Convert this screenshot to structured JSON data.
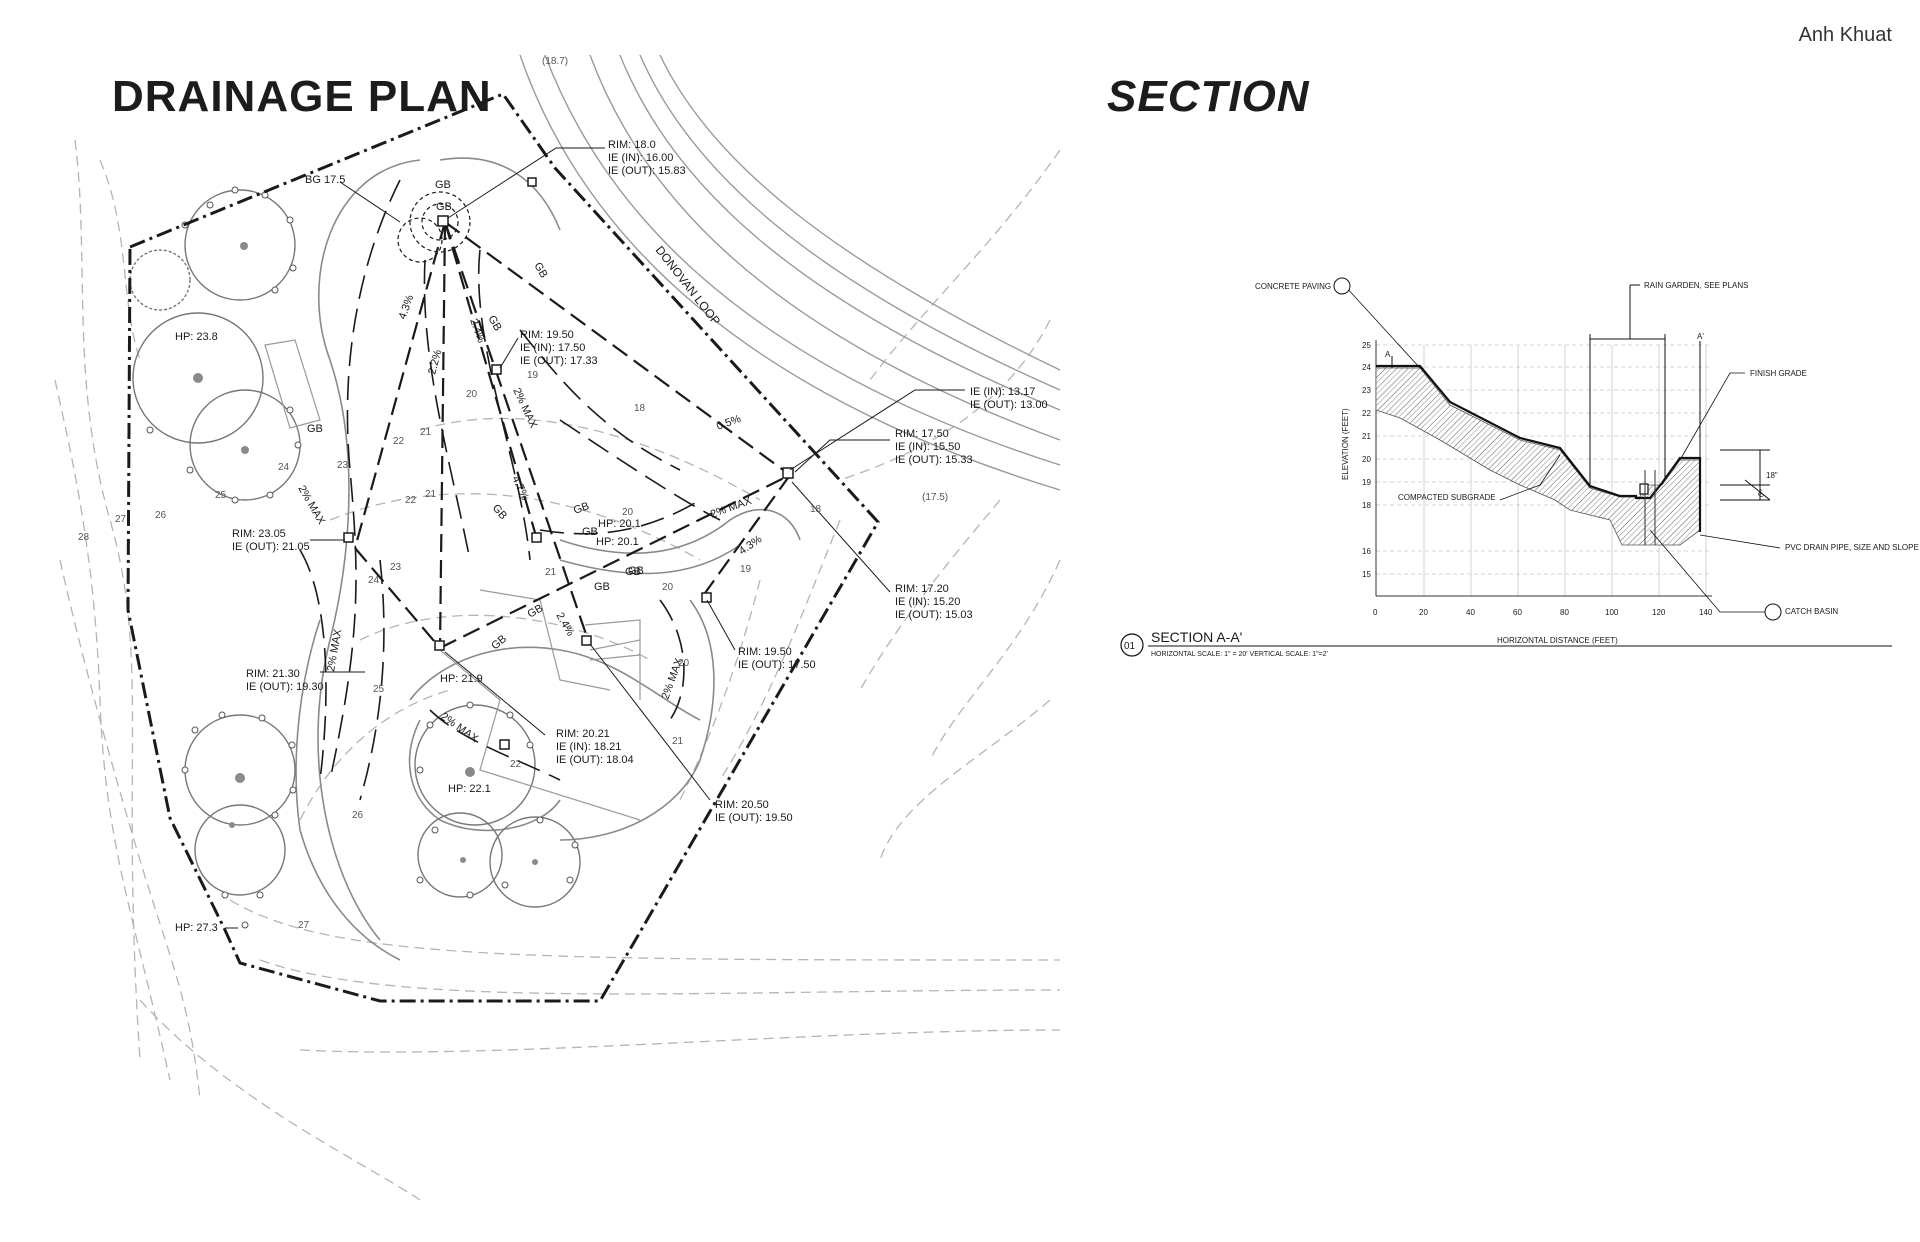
{
  "author": "Anh Khuat",
  "plan": {
    "title": "DRAINAGE PLAN",
    "road_label": "DONOVAN LOOP",
    "road_contour_label": "(18.7)",
    "road_elev_label": "(17.5)",
    "bg_label": "BG 17.5",
    "hp_labels": [
      "HP: 23.8",
      "HP: 20.1",
      "HP: 20.1",
      "HP: 21.9",
      "HP: 22.1",
      "HP: 27.3"
    ],
    "callouts": [
      {
        "lines": [
          "RIM: 18.0",
          "IE (IN): 16.00",
          "IE (OUT): 15.83"
        ]
      },
      {
        "lines": [
          "RIM: 19.50",
          "IE (IN): 17.50",
          "IE (OUT): 17.33"
        ]
      },
      {
        "lines": [
          "IE (IN): 13.17",
          "IE (OUT): 13.00"
        ]
      },
      {
        "lines": [
          "RIM: 17.50",
          "IE (IN): 15.50",
          "IE (OUT): 15.33"
        ]
      },
      {
        "lines": [
          "RIM: 23.05",
          "IE (OUT): 21.05"
        ]
      },
      {
        "lines": [
          "RIM: 17.20",
          "IE (IN): 15.20",
          "IE (OUT): 15.03"
        ]
      },
      {
        "lines": [
          "RIM: 19.50",
          "IE (OUT): 17.50"
        ]
      },
      {
        "lines": [
          "RIM: 21.30",
          "IE (OUT): 19.30"
        ]
      },
      {
        "lines": [
          "RIM: 20.21",
          "IE (IN): 18.21",
          "IE (OUT): 18.04"
        ]
      },
      {
        "lines": [
          "RIM: 20.50",
          "IE (OUT): 19.50"
        ]
      }
    ],
    "slopes": [
      "4.3%",
      "2.2%",
      "2.4%",
      "2% MAX",
      "0.5%",
      "2% MAX",
      "4.3%",
      "2% MAX",
      "2% MAX",
      "2% MAX",
      "2% MAX",
      "4.7%",
      "2.4%"
    ],
    "gb": "GB",
    "contours": [
      "18",
      "19",
      "20",
      "21",
      "22",
      "23",
      "24",
      "25",
      "26",
      "27",
      "28"
    ]
  },
  "section": {
    "title": "SECTION",
    "caption_number": "01",
    "caption_title": "SECTION A-A'",
    "caption_scale": "HORIZONTAL SCALE: 1\" = 20'  VERTICAL SCALE: 1\"=2'",
    "labels": {
      "concrete": "CONCRETE PAVING",
      "rain_garden": "RAIN GARDEN, SEE PLANS",
      "finish_grade": "FINISH GRADE",
      "compacted": "COMPACTED SUBGRADE",
      "pvc": "PVC DRAIN PIPE, SIZE AND SLOPE PER PLAN",
      "catch_basin": "CATCH BASIN",
      "a": "A",
      "a_prime": "A'",
      "dim_18": "18\"",
      "dim_6": "6\"",
      "xlabel": "HORIZONTAL DISTANCE (FEET)",
      "ylabel": "ELEVATION (FEET)"
    },
    "y_ticks": [
      "25",
      "24",
      "23",
      "22",
      "21",
      "20",
      "19",
      "18",
      "16",
      "15"
    ],
    "x_ticks": [
      "0",
      "20",
      "40",
      "60",
      "80",
      "100",
      "120",
      "140"
    ]
  }
}
